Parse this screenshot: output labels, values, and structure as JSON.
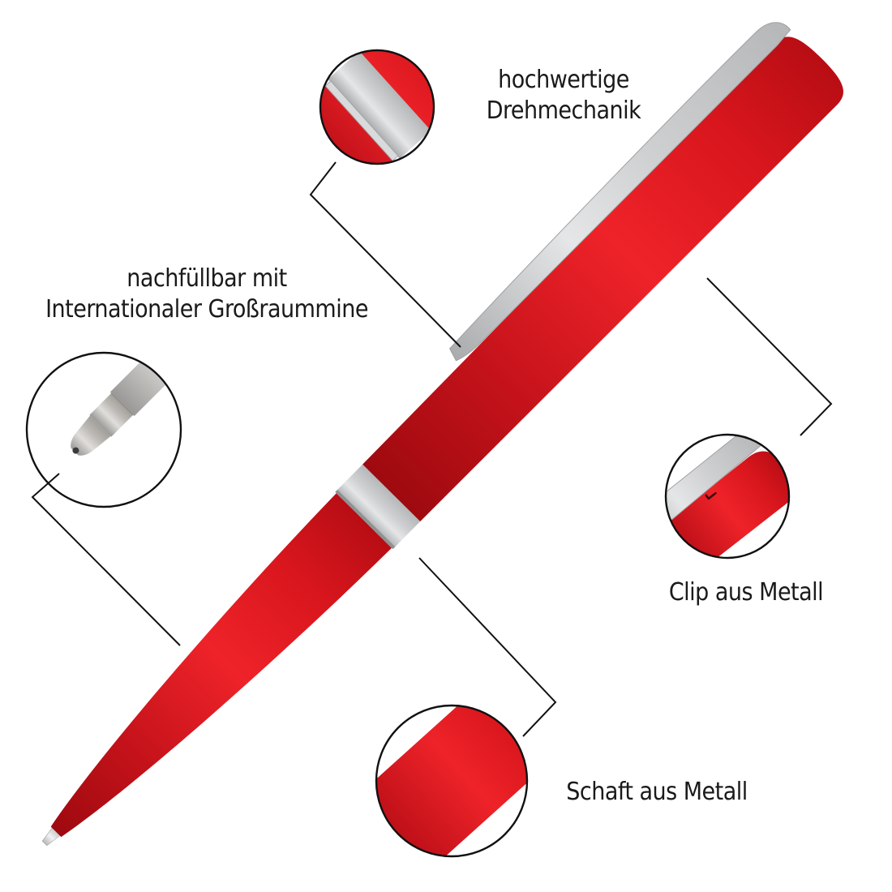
{
  "image": {
    "subject": "red ballpoint pen with silver clip and twist ring",
    "background": "#ffffff",
    "colors": {
      "pen_red": "#d8141c",
      "pen_red_dark": "#a80a10",
      "pen_red_light": "#f02a30",
      "metal_silver": "#c8cacc",
      "metal_light": "#e6e7e8",
      "line": "#111111"
    }
  },
  "callouts": [
    {
      "id": "mechanism",
      "lines": [
        "hochwertige",
        "Drehmechanik"
      ],
      "detail": "twist ring close-up"
    },
    {
      "id": "refill",
      "lines": [
        "nachfüllbar mit",
        "Internationaler Großraummine"
      ],
      "detail": "refill tip close-up"
    },
    {
      "id": "clip",
      "lines": [
        "Clip aus Metall"
      ],
      "detail": "clip close-up"
    },
    {
      "id": "shaft",
      "lines": [
        "Schaft aus Metall"
      ],
      "detail": "shaft close-up"
    }
  ]
}
